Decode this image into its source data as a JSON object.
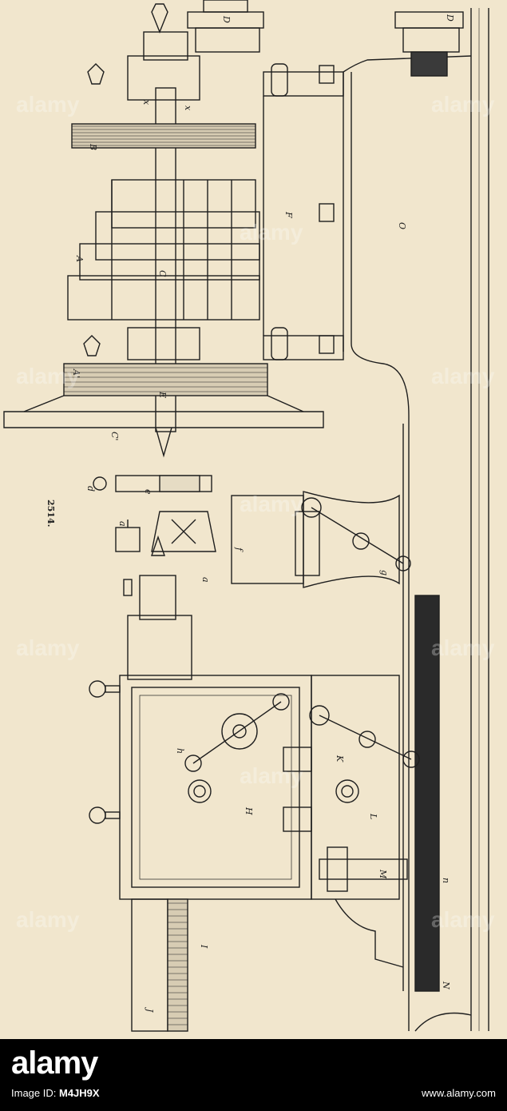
{
  "figure": {
    "number": "2514.",
    "labels": {
      "A": "A",
      "A_prime": "A'",
      "B": "B",
      "C": "C",
      "C_prime": "C'",
      "D": "D",
      "D_small": "D",
      "E": "E",
      "F": "F",
      "H": "H",
      "I": "I",
      "J": "J",
      "K": "K",
      "L": "L",
      "M": "M",
      "N": "N",
      "O": "O",
      "a": "a",
      "d": "d",
      "e": "e",
      "f": "f",
      "g": "g",
      "h": "h",
      "n": "n",
      "x": "x"
    }
  },
  "watermark": {
    "text": "alamy"
  },
  "footer": {
    "brand": "alamy",
    "image_id_label": "Image ID:",
    "image_id": "M4JH9X",
    "site": "www.alamy.com"
  },
  "colors": {
    "paper": "#f1e6cd",
    "ink": "#1e1e1e",
    "footer_bg": "#000000"
  }
}
